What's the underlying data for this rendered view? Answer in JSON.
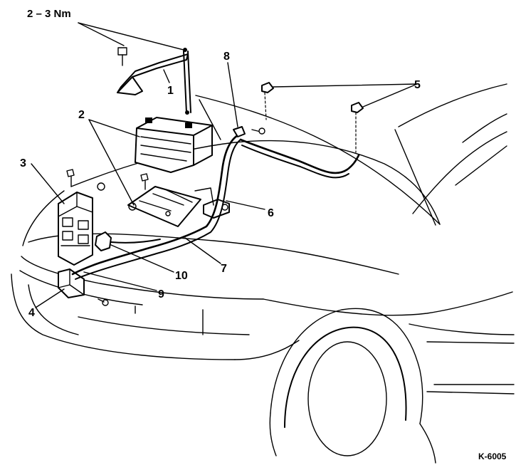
{
  "torque_label": "2 – 3 Nm",
  "figure_code": "K-6005",
  "callouts": {
    "c1": "1",
    "c2": "2",
    "c3": "3",
    "c4": "4",
    "c5": "5",
    "c6": "6",
    "c7": "7",
    "c8": "8",
    "c9": "9",
    "c10": "10"
  }
}
